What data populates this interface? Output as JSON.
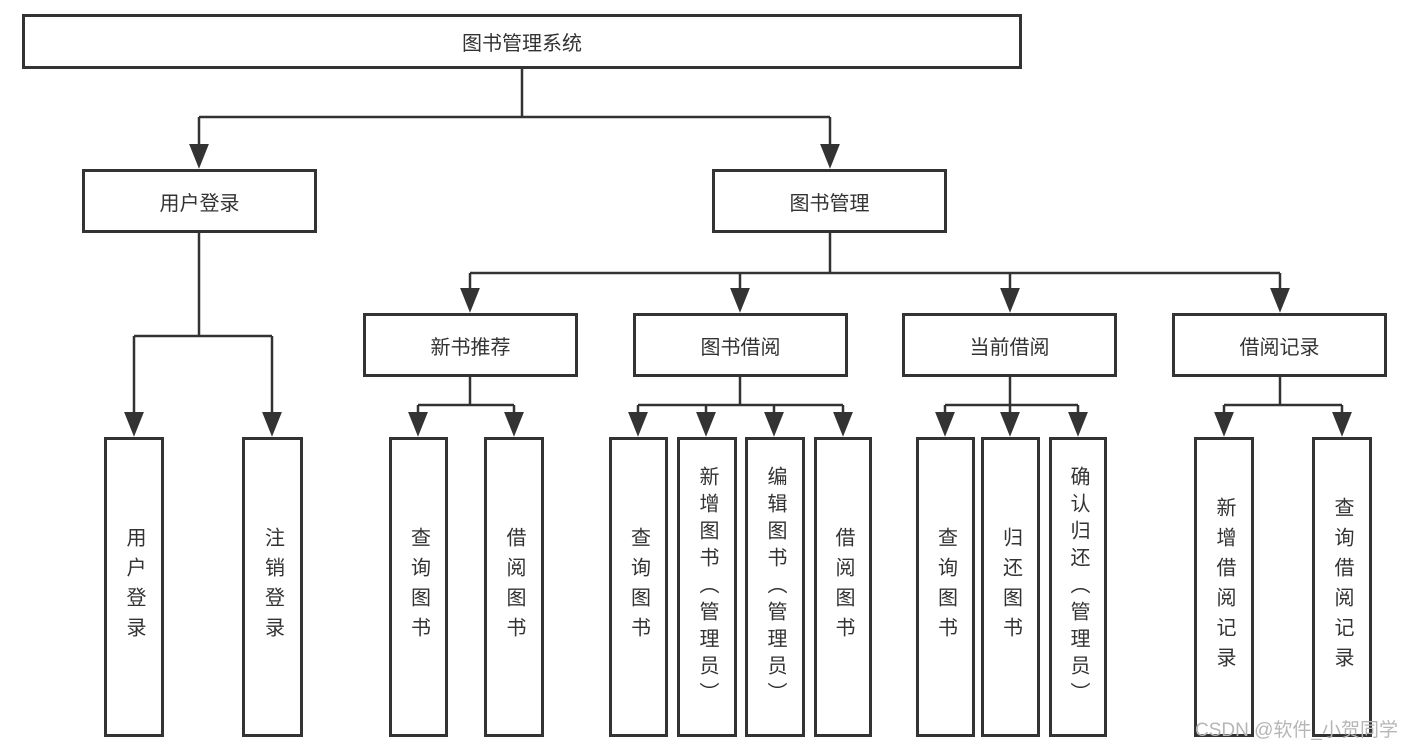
{
  "colors": {
    "line": "#333333",
    "text": "#333333",
    "bg": "#ffffff",
    "watermark": "#b6b6b6"
  },
  "watermark": "CSDN @软件_小贺同学",
  "tree": {
    "root": {
      "label": "图书管理系统"
    },
    "branches": [
      {
        "label": "用户登录",
        "children": [
          {
            "label": "用户登录"
          },
          {
            "label": "注销登录"
          }
        ]
      },
      {
        "label": "图书管理",
        "children": [
          {
            "label": "新书推荐",
            "children": [
              {
                "label": "查询图书"
              },
              {
                "label": "借阅图书"
              }
            ]
          },
          {
            "label": "图书借阅",
            "children": [
              {
                "label": "查询图书"
              },
              {
                "label": "新增图书（管理员）"
              },
              {
                "label": "编辑图书（管理员）"
              },
              {
                "label": "借阅图书"
              }
            ]
          },
          {
            "label": "当前借阅",
            "children": [
              {
                "label": "查询图书"
              },
              {
                "label": "归还图书"
              },
              {
                "label": "确认归还（管理员）"
              }
            ]
          },
          {
            "label": "借阅记录",
            "children": [
              {
                "label": "新增借阅记录"
              },
              {
                "label": "查询借阅记录"
              }
            ]
          }
        ]
      }
    ]
  }
}
